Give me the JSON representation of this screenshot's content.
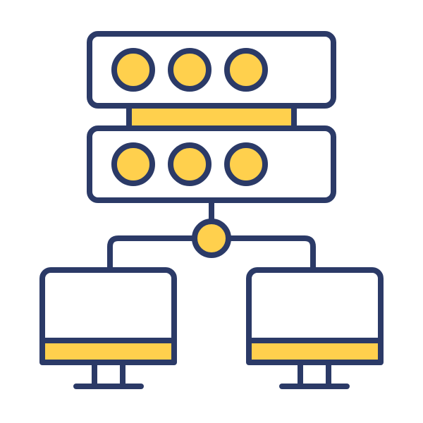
{
  "icon": {
    "name": "server-network-icon",
    "colors": {
      "stroke": "#2B3A67",
      "fill": "#FFD04D",
      "background": "#FFFFFF"
    },
    "server_units": 2,
    "lights_per_server": 3,
    "connected_monitors": 2
  }
}
